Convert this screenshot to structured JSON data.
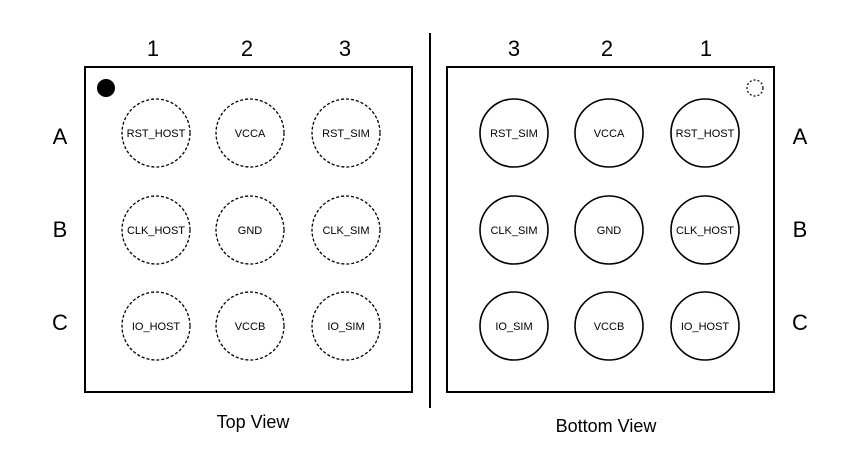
{
  "top_view": {
    "caption": "Top View",
    "column_labels": [
      "1",
      "2",
      "3"
    ],
    "row_labels": [
      "A",
      "B",
      "C"
    ],
    "pins": [
      [
        "RST_HOST",
        "VCCA",
        "RST_SIM"
      ],
      [
        "CLK_HOST",
        "GND",
        "CLK_SIM"
      ],
      [
        "IO_HOST",
        "VCCB",
        "IO_SIM"
      ]
    ],
    "pin_style": "dashed",
    "pin1_marker": "filled-dot"
  },
  "bottom_view": {
    "caption": "Bottom View",
    "column_labels": [
      "3",
      "2",
      "1"
    ],
    "row_labels": [
      "A",
      "B",
      "C"
    ],
    "pins": [
      [
        "RST_SIM",
        "VCCA",
        "RST_HOST"
      ],
      [
        "CLK_SIM",
        "GND",
        "CLK_HOST"
      ],
      [
        "IO_SIM",
        "VCCB",
        "IO_HOST"
      ]
    ],
    "pin_style": "solid",
    "pin1_marker": "dashed-dot"
  }
}
